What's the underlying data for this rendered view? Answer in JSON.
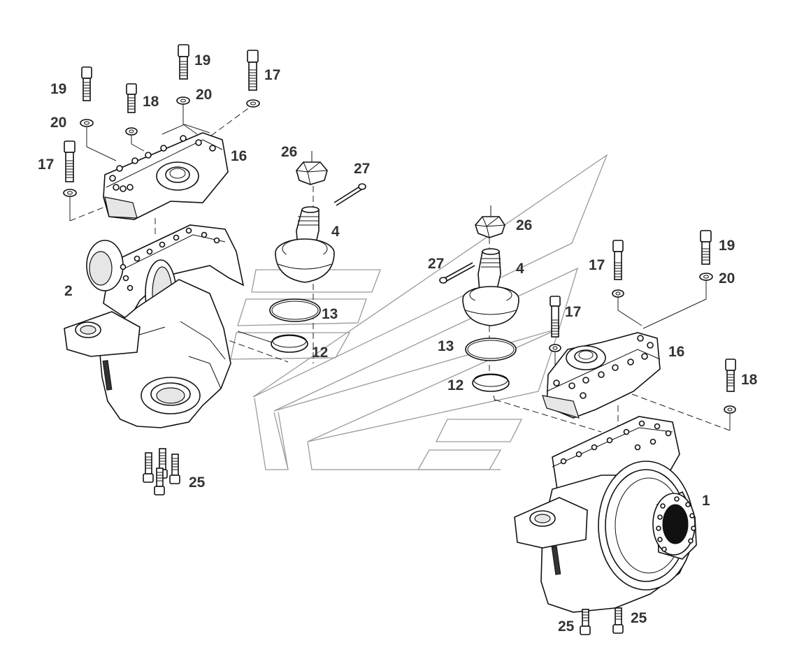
{
  "callouts": {
    "c1": "1",
    "c2": "2",
    "c4a": "4",
    "c4b": "4",
    "c12a": "12",
    "c12b": "12",
    "c13a": "13",
    "c13b": "13",
    "c16a": "16",
    "c16b": "16",
    "c17a": "17",
    "c17b": "17",
    "c17c": "17",
    "c17d": "17",
    "c18a": "18",
    "c18b": "18",
    "c19a": "19",
    "c19b": "19",
    "c19c": "19",
    "c20a": "20",
    "c20b": "20",
    "c20c": "20",
    "c25a": "25",
    "c25b": "25",
    "c25c": "25",
    "c26a": "26",
    "c26b": "26",
    "c27a": "27",
    "c27b": "27"
  },
  "colors": {
    "line": "#111111",
    "label": "#333333",
    "watermark": "#9a9a9a",
    "background": "#ffffff"
  }
}
